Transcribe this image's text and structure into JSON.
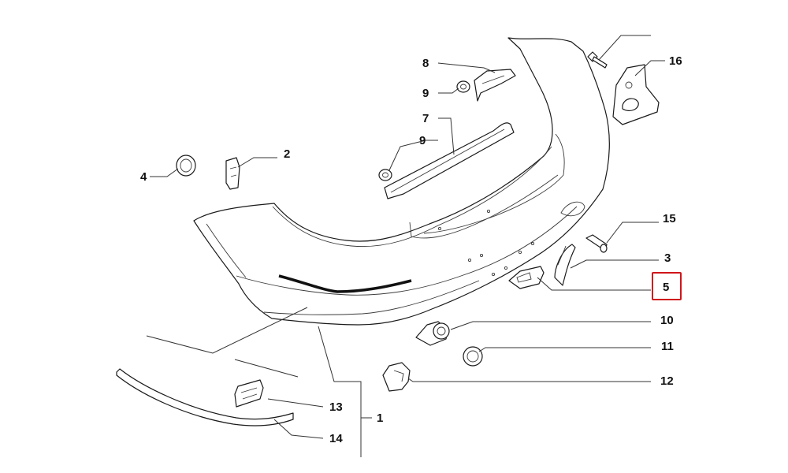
{
  "callouts": [
    {
      "id": "1",
      "text": "1"
    },
    {
      "id": "2",
      "text": "2"
    },
    {
      "id": "3",
      "text": "3"
    },
    {
      "id": "4",
      "text": "4"
    },
    {
      "id": "5",
      "text": "5"
    },
    {
      "id": "7",
      "text": "7"
    },
    {
      "id": "8",
      "text": "8"
    },
    {
      "id": "9a",
      "text": "9"
    },
    {
      "id": "9b",
      "text": "9"
    },
    {
      "id": "10",
      "text": "10"
    },
    {
      "id": "11",
      "text": "11"
    },
    {
      "id": "12",
      "text": "12"
    },
    {
      "id": "13",
      "text": "13"
    },
    {
      "id": "14",
      "text": "14"
    },
    {
      "id": "15",
      "text": "15"
    },
    {
      "id": "16",
      "text": "16"
    }
  ],
  "highlight": {
    "callout": "5",
    "color": "#d0151b"
  }
}
